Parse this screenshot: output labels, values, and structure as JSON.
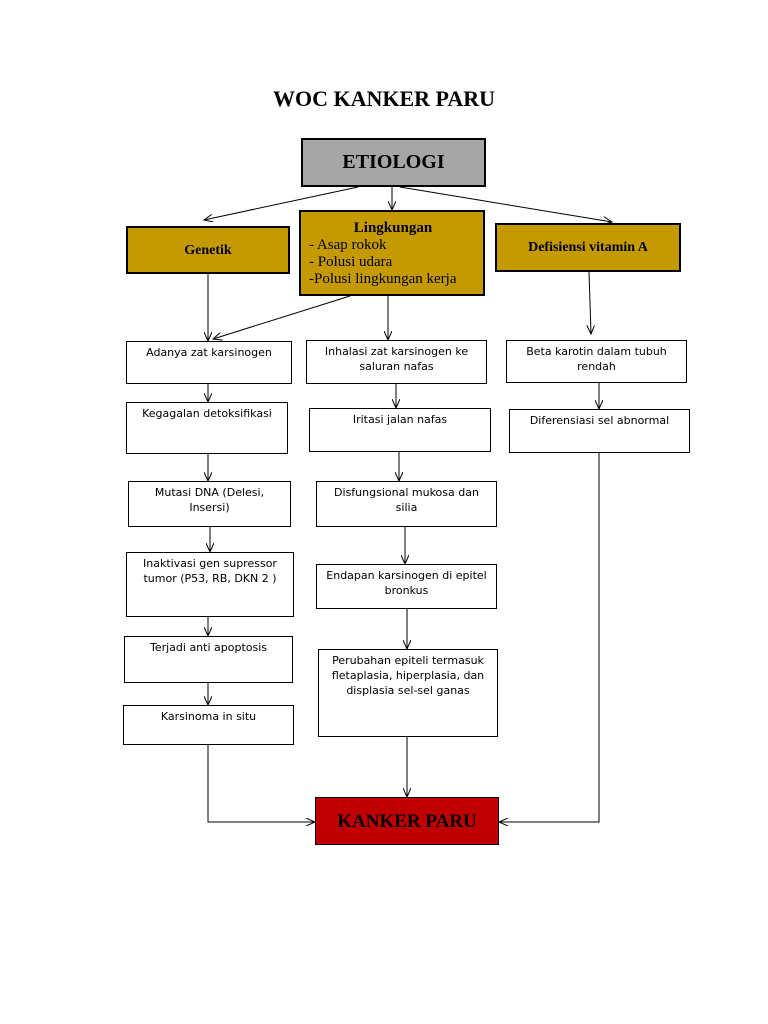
{
  "title": "WOC KANKER PARU",
  "nodes": {
    "etiologi": "ETIOLOGI",
    "genetik": "Genetik",
    "lingkungan": {
      "heading": "Lingkungan",
      "items": [
        "- Asap rokok",
        "- Polusi udara",
        "-Polusi lingkungan kerja"
      ]
    },
    "vitamin": "Defisiensi vitamin A",
    "left": [
      "Adanya zat karsinogen",
      "Kegagalan detoksifikasi",
      "Mutasi DNA (Delesi, Insersi)",
      "Inaktivasi gen supressor tumor (P53, RB, DKN 2 )",
      "Terjadi anti apoptosis",
      "Karsinoma in situ"
    ],
    "middle": [
      "Inhalasi zat karsinogen ke saluran nafas",
      "Iritasi jalan nafas",
      "Disfungsional mukosa dan silia",
      "Endapan karsinogen di epitel bronkus",
      "Perubahan epiteli termasuk fletaplasia, hiperplasia, dan displasia sel-sel ganas"
    ],
    "right": [
      "Beta karotin dalam tubuh rendah",
      "Diferensiasi sel abnormal"
    ],
    "result": "KANKER PARU"
  },
  "colors": {
    "category_fill": "#c49a00",
    "etiologi_fill": "#a6a6a6",
    "result_fill": "#c00000",
    "line": "#000000"
  }
}
